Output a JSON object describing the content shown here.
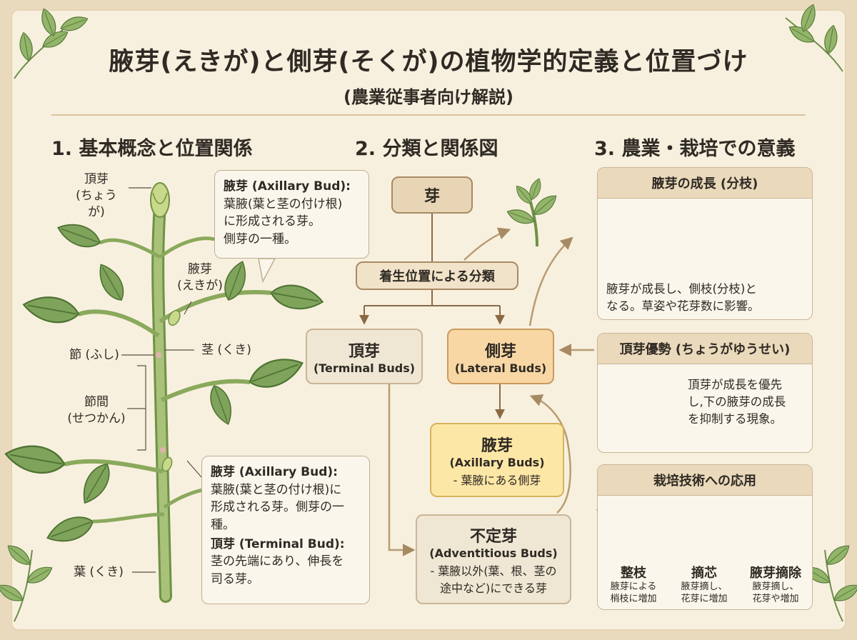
{
  "title": "腋芽(えきが)と側芽(そくが)の植物学的定義と位置づけ",
  "subtitle": "(農業従事者向け解説)",
  "sections": {
    "s1": "1. 基本概念と位置関係",
    "s2": "2. 分類と関係図",
    "s3": "3. 農業・栽培での意義"
  },
  "plant_labels": {
    "terminal": "頂芽",
    "terminal_reading": "(ちょうが)",
    "axillary": "腋芽",
    "axillary_reading": "(えきが)",
    "node": "節 (ふし)",
    "stem": "茎 (くき)",
    "internode": "節間",
    "internode_reading": "(せつかん)",
    "leaf": "葉 (くき)"
  },
  "note_top": {
    "line1": "腋芽 (Axillary Bud):",
    "line2": "葉腋(葉と茎の付け根)",
    "line3": "に形成される芽。",
    "line4": "側芽の一種。"
  },
  "note_bottom": {
    "a1": "腋芽 (Axillary Bud):",
    "a2": "葉腋(葉と茎の付け根)に",
    "a3": "形成される芽。側芽の一",
    "a4": "種。",
    "b1": "頂芽 (Terminal Bud):",
    "b2": "茎の先端にあり、伸長を",
    "b3": "司る芽。"
  },
  "diagram": {
    "root": "芽",
    "classify": "着生位置による分類",
    "terminal": {
      "main": "頂芽",
      "sub": "(Terminal Buds)"
    },
    "lateral": {
      "main": "側芽",
      "sub": "(Lateral Buds)"
    },
    "axillary": {
      "main": "腋芽",
      "sub": "(Axillary Buds)",
      "desc": "- 葉腋にある側芽"
    },
    "adventitious": {
      "main": "不定芽",
      "sub": "(Adventitious Buds)",
      "desc1": "- 葉腋以外(葉、根、茎の",
      "desc2": "途中など)にできる芽"
    }
  },
  "panels": {
    "growth": {
      "head": "腋芽の成長 (分枝)",
      "text1": "腋芽が成長し、側枝(分枝)と",
      "text2": "なる。草姿や花芽数に影響。"
    },
    "dominance": {
      "head": "頂芽優勢 (ちょうがゆうせい)",
      "text1": "頂芽が成長を優先",
      "text2": "し,下の腋芽の成長",
      "text3": "を抑制する現象。"
    },
    "application": {
      "head": "栽培技術への応用",
      "items": [
        {
          "name": "整枝",
          "d1": "腋芽による",
          "d2": "梢枝に増加"
        },
        {
          "name": "摘芯",
          "d1": "腋芽摘し、",
          "d2": "花芽に増加"
        },
        {
          "name": "腋芽摘除",
          "d1": "腋芽摘し、",
          "d2": "花芽や増加"
        }
      ]
    }
  },
  "colors": {
    "background": "#e9d9bd",
    "paper": "#f8f0de",
    "root_node": "#e8d5b5",
    "terminal_node": "#efe6d4",
    "lateral_node": "#f8d7a4",
    "axillary_node": "#fde7a6",
    "adventitious_node": "#efe6d4",
    "leaf": "#7fa35a",
    "stem": "#a9c27a",
    "arrow": "#a78a63",
    "accent_arrow": "#d9704a"
  }
}
